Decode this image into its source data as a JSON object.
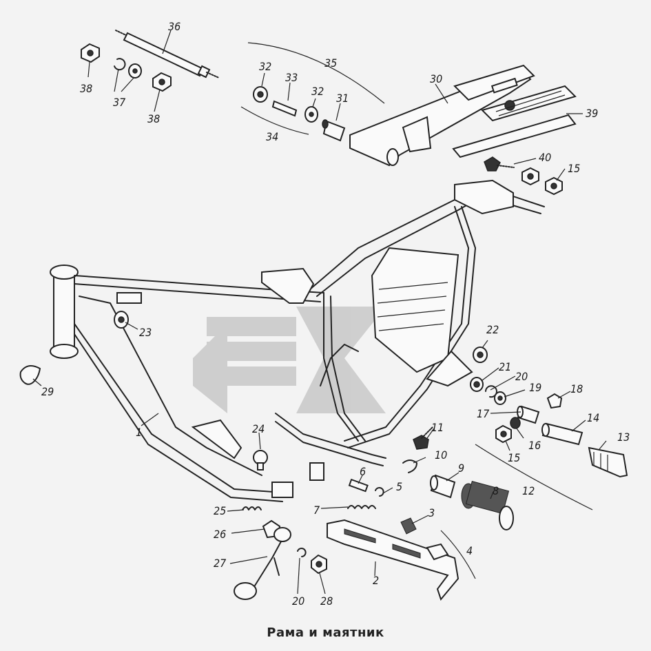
{
  "caption": "Рама и маятник",
  "watermark_color": "#c8c8c8",
  "callouts": [
    "1",
    "2",
    "3",
    "4",
    "5",
    "6",
    "7",
    "8",
    "9",
    "10",
    "11",
    "12",
    "13",
    "14",
    "15",
    "15",
    "16",
    "17",
    "18",
    "19",
    "20",
    "20",
    "21",
    "22",
    "23",
    "24",
    "25",
    "26",
    "27",
    "28",
    "29",
    "30",
    "31",
    "32",
    "32",
    "33",
    "34",
    "35",
    "36",
    "37",
    "38",
    "38",
    "39",
    "40"
  ]
}
